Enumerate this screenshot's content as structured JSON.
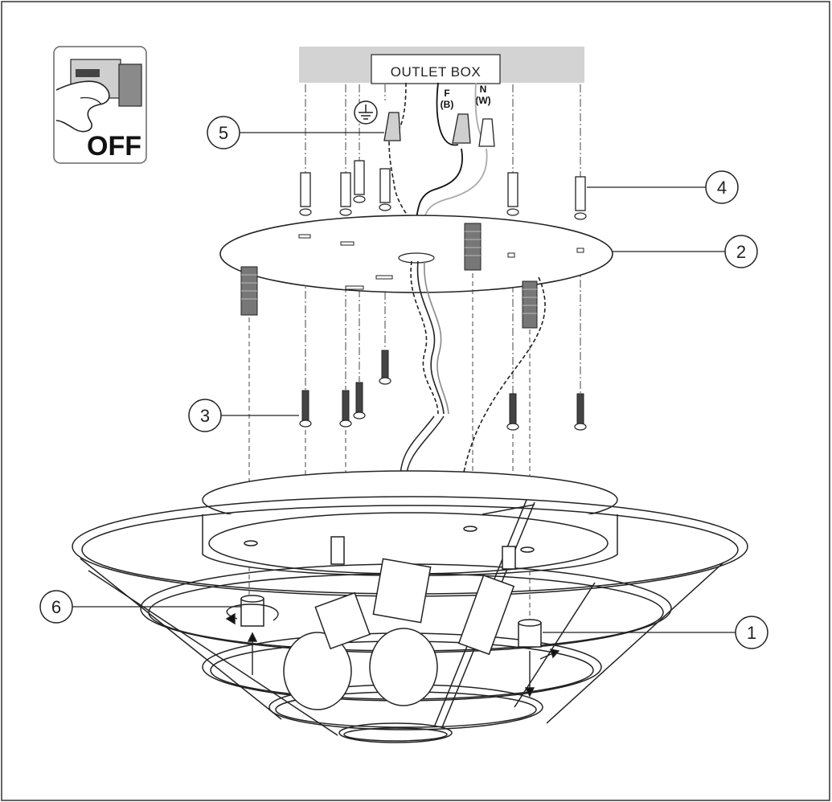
{
  "outlet_box_label": "OUTLET BOX",
  "switch_state_label": "OFF",
  "wire_labels": {
    "live": "F",
    "live_color": "(B)",
    "neutral": "N",
    "neutral_color": "(W)"
  },
  "callouts": [
    "1",
    "2",
    "3",
    "4",
    "5",
    "6"
  ],
  "icons": {
    "switch": "power-switch-off-icon",
    "ground": "ground-symbol-icon"
  }
}
